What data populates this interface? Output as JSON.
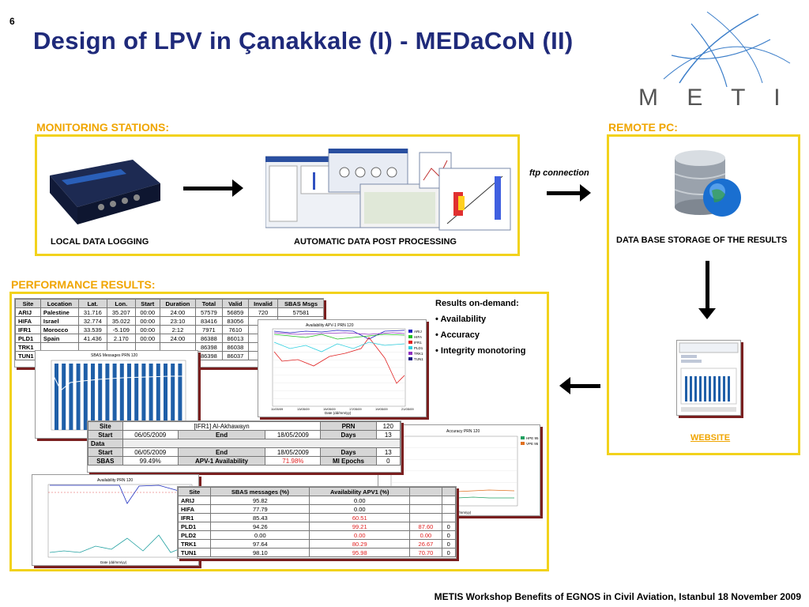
{
  "slide": {
    "number": "6",
    "title": "Design of LPV in Çanakkale (I) - MEDaCoN (II)",
    "footer": "METIS Workshop Benefits of EGNOS in Civil Aviation, Istanbul 18 November 2009"
  },
  "logo": {
    "text": "M E T I S",
    "colors": {
      "text": "#555555",
      "arcs": "#3a7dc9"
    }
  },
  "monitoring": {
    "heading": "MONITORING STATIONS:",
    "local_caption": "LOCAL DATA LOGGING",
    "processing_caption": "AUTOMATIC DATA POST PROCESSING"
  },
  "remote": {
    "heading": "REMOTE PC:",
    "ftp_label": "ftp connection",
    "storage_caption": "DATA BASE STORAGE OF THE RESULTS",
    "website_label": "WEBSITE"
  },
  "performance": {
    "heading": "PERFORMANCE RESULTS:",
    "ondemand_title": "Results on-demand:",
    "ondemand_items": [
      "• Availability",
      "• Accuracy",
      "• Integrity monotoring"
    ],
    "sites_table": {
      "headers": [
        "Site",
        "Location",
        "Lat.",
        "Lon.",
        "Start",
        "Duration",
        "Total",
        "Valid",
        "Invalid",
        "SBAS Msgs"
      ],
      "rows": [
        [
          "ARIJ",
          "Palestine",
          "31.716",
          "35.207",
          "00:00",
          "24:00",
          "57579",
          "56859",
          "720",
          "57581"
        ],
        [
          "HIFA",
          "Israel",
          "32.774",
          "35.022",
          "00:00",
          "23:10",
          "83416",
          "83056",
          "",
          ""
        ],
        [
          "IFR1",
          "Morocco",
          "33.539",
          "-5.109",
          "00:00",
          "2:12",
          "7971",
          "7610",
          "",
          ""
        ],
        [
          "PLD1",
          "Spain",
          "41.436",
          "2.170",
          "00:00",
          "24:00",
          "86388",
          "86013",
          "",
          ""
        ],
        [
          "TRK1",
          "",
          "",
          "",
          "",
          "",
          "86398",
          "86038",
          "",
          ""
        ],
        [
          "TUN1",
          "",
          "",
          "",
          "",
          "",
          "86398",
          "86037",
          "",
          ""
        ]
      ]
    },
    "detail_table": {
      "site_label": "Site",
      "site_value": "[IFR1] Al-Akhawayn",
      "prn_label": "PRN",
      "prn_value": "120",
      "start_label": "Start",
      "start_value": "06/05/2009",
      "end_label": "End",
      "end_value": "18/05/2009",
      "days_label": "Days",
      "days_value": "13",
      "data_label": "Data",
      "start_value_2": "06/05/2009",
      "end_value_2": "18/05/2009",
      "days_value_2": "13",
      "sbas_label": "SBAS",
      "sbas_value": "99.49%",
      "apv_label": "APV-1 Availability",
      "apv_value": "71.98%",
      "mi_label": "MI Epochs",
      "mi_value": "0"
    },
    "summary_table": {
      "headers": [
        "Site",
        "SBAS messages (%)",
        "Availability APV1 (%)",
        "",
        ""
      ],
      "rows": [
        [
          "ARIJ",
          "95.82",
          "0.00",
          "",
          ""
        ],
        [
          "HIFA",
          "77.79",
          "0.00",
          "",
          ""
        ],
        [
          "IFR1",
          "85.43",
          "60.51",
          "",
          ""
        ],
        [
          "PLD1",
          "94.26",
          "99.21",
          "87.60",
          "0"
        ],
        [
          "PLD2",
          "0.00",
          "0.00",
          "0.00",
          "0"
        ],
        [
          "TRK1",
          "97.64",
          "80.29",
          "26.67",
          "0"
        ],
        [
          "TUN1",
          "98.10",
          "95.98",
          "70.70",
          "0"
        ]
      ]
    },
    "charts": {
      "messages_title": "SBAS Messages PRN 120",
      "availability_title": "Availability APV-1 PRN 120",
      "availability_legend": [
        "ARIJ",
        "HIFA",
        "IFR1",
        "PLD1",
        "TRK1",
        "TUN1"
      ],
      "availability_x_ticks": [
        "11/05/09",
        "13/05/09",
        "15/05/09",
        "17/05/09",
        "19/05/09",
        "21/05/09"
      ],
      "accuracy_title": "Accuracy PRN 120",
      "accuracy_legend": [
        "HPE 95",
        "VPE 95"
      ],
      "small_availability_title": "Availability PRN 120",
      "date_axis_label": "Date (dd/mm/yy)"
    }
  }
}
